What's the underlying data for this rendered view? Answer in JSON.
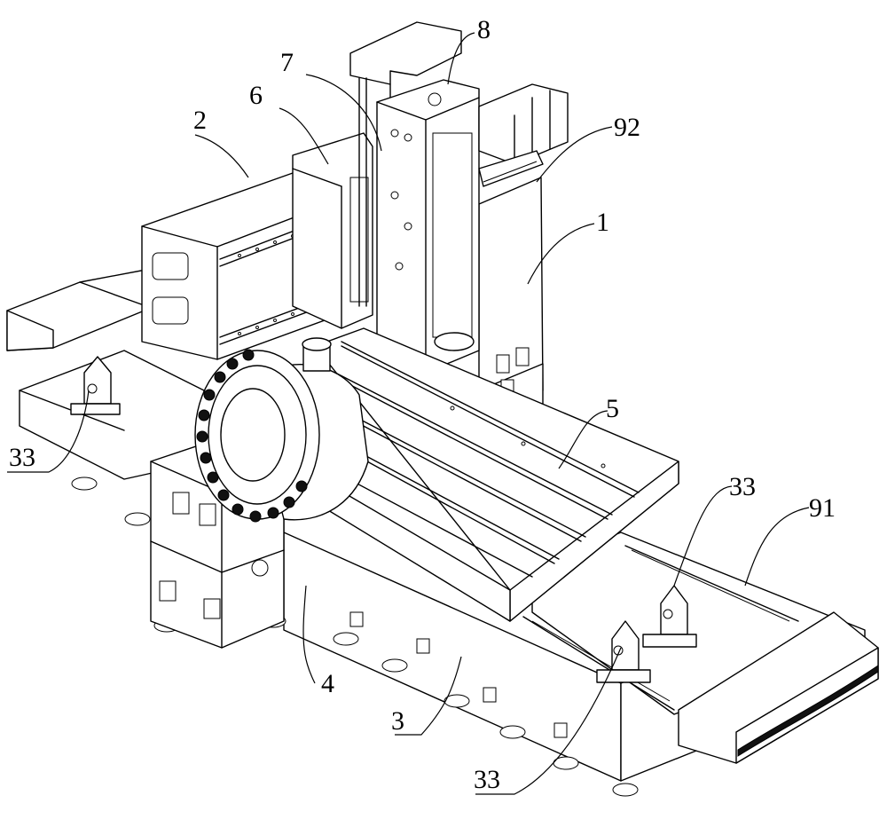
{
  "figure": {
    "title": "Gantry machining center - perspective view",
    "background": "#ffffff",
    "line_color": "#000000"
  },
  "labels": [
    {
      "id": "label-1",
      "text": "1",
      "part": "column"
    },
    {
      "id": "label-2",
      "text": "2",
      "part": "crossbeam"
    },
    {
      "id": "label-3",
      "text": "3",
      "part": "base"
    },
    {
      "id": "label-4",
      "text": "4",
      "part": "tool-magazine"
    },
    {
      "id": "label-5",
      "text": "5",
      "part": "worktable"
    },
    {
      "id": "label-6",
      "text": "6",
      "part": "saddle"
    },
    {
      "id": "label-7",
      "text": "7",
      "part": "ram"
    },
    {
      "id": "label-8",
      "text": "8",
      "part": "spindle-head"
    },
    {
      "id": "label-33a",
      "text": "33",
      "part": "bearing-seat-left"
    },
    {
      "id": "label-33b",
      "text": "33",
      "part": "bearing-seat-right-upper"
    },
    {
      "id": "label-33c",
      "text": "33",
      "part": "bearing-seat-right-lower"
    },
    {
      "id": "label-91",
      "text": "91",
      "part": "bellows-cover-front"
    },
    {
      "id": "label-92",
      "text": "92",
      "part": "bellows-cover-rear"
    }
  ]
}
